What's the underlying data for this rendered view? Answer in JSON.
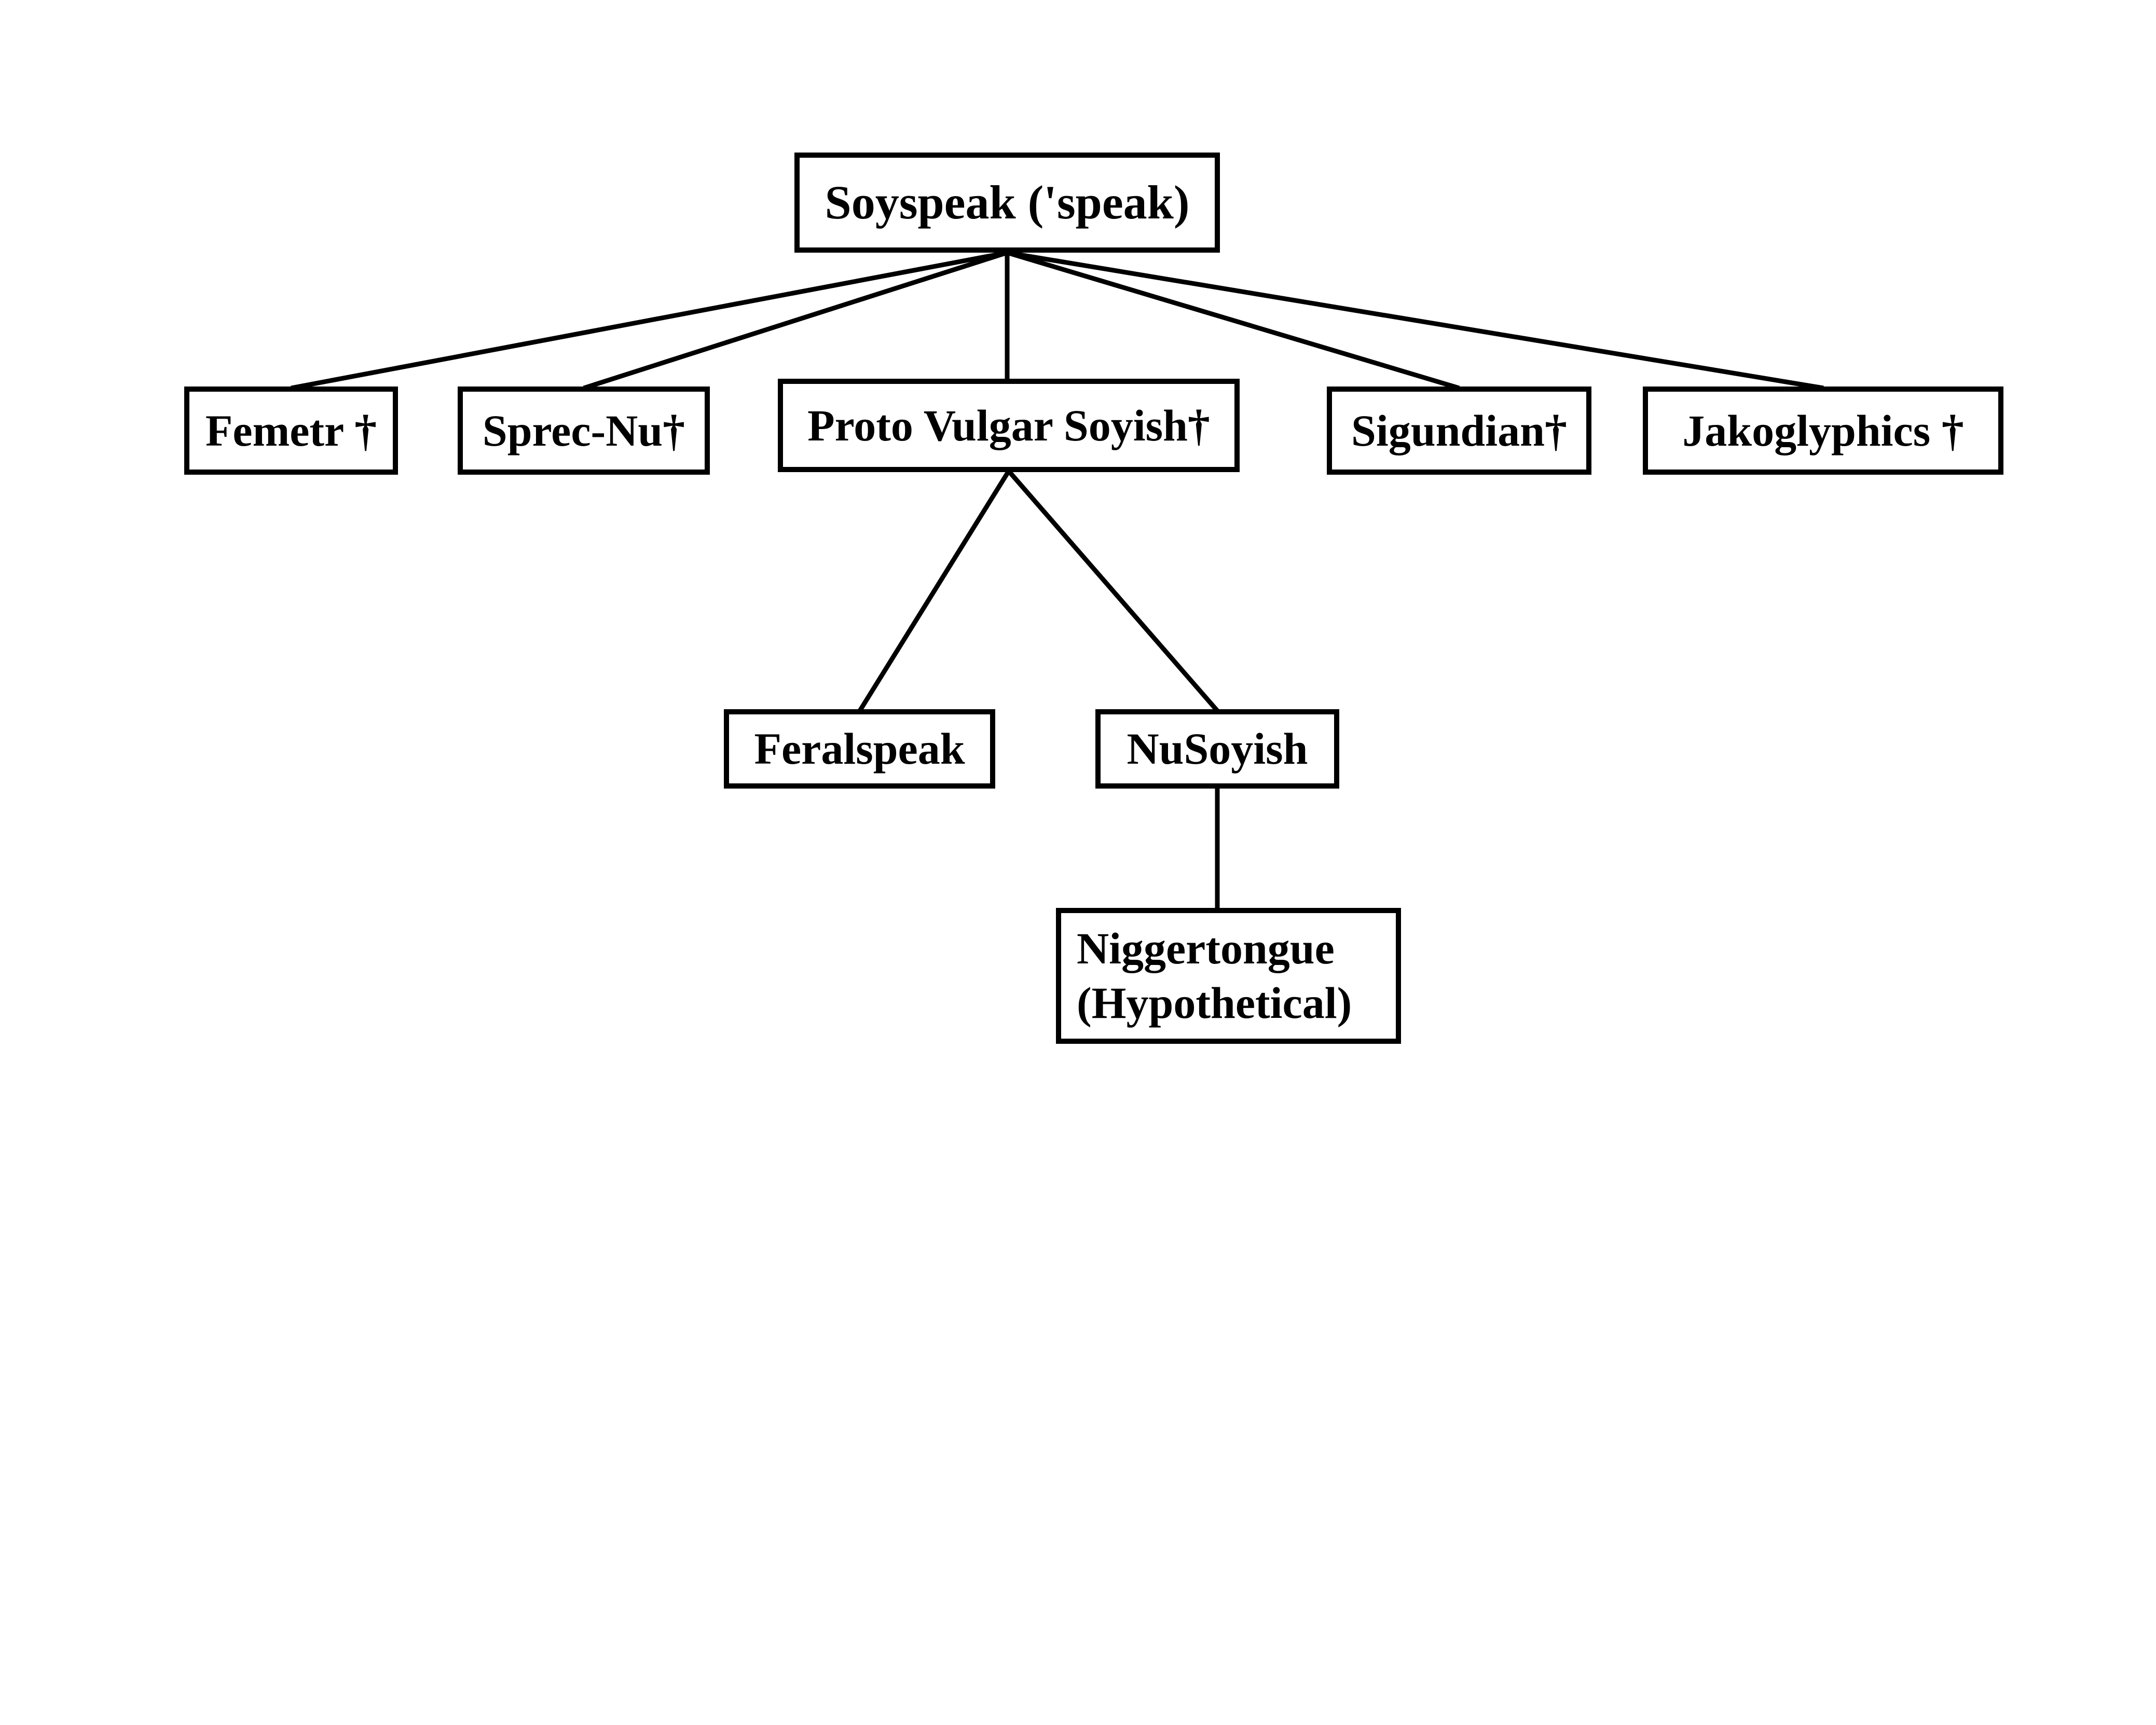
{
  "diagram": {
    "type": "family-tree",
    "background_color": "#ffffff",
    "line_color": "#000000",
    "box_border_color": "#000000",
    "text_color": "#000000"
  },
  "nodes": {
    "root": {
      "label": "Soyspeak ('speak)"
    },
    "femetr": {
      "label": "Femetr †"
    },
    "sprec_nu": {
      "label": "Sprec-Nu†"
    },
    "proto": {
      "label": "Proto Vulgar Soyish†"
    },
    "sigundian": {
      "label": "Sigundian†"
    },
    "jakoglyphics": {
      "label": "Jakoglyphics †"
    },
    "feralspeak": {
      "label": "Feralspeak"
    },
    "nusoyish": {
      "label": "NuSoyish"
    },
    "niggertongue": {
      "line1": "Niggertongue",
      "line2": "(Hypothetical)"
    }
  },
  "edges": [
    {
      "from": "root",
      "to": "femetr"
    },
    {
      "from": "root",
      "to": "sprec_nu"
    },
    {
      "from": "root",
      "to": "proto"
    },
    {
      "from": "root",
      "to": "sigundian"
    },
    {
      "from": "root",
      "to": "jakoglyphics"
    },
    {
      "from": "proto",
      "to": "feralspeak"
    },
    {
      "from": "proto",
      "to": "nusoyish"
    },
    {
      "from": "nusoyish",
      "to": "niggertongue"
    }
  ]
}
